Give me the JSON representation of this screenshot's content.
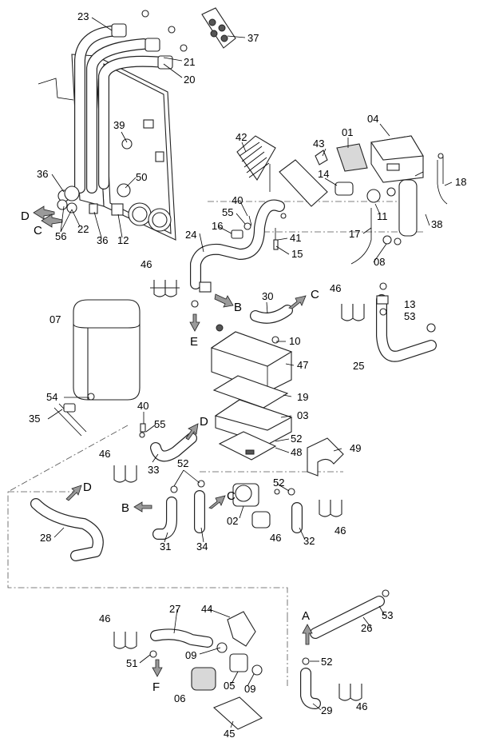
{
  "labels": {
    "l23": "23",
    "l21": "21",
    "l20": "20",
    "l37": "37",
    "l39": "39",
    "l36a": "36",
    "l50": "50",
    "l22": "22",
    "l36b": "36",
    "l12": "12",
    "l56": "56",
    "l42": "42",
    "l01": "01",
    "l04": "04",
    "l43": "43",
    "l14": "14",
    "l18": "18",
    "l40a": "40",
    "l55a": "55",
    "l16": "16",
    "l41": "41",
    "l15": "15",
    "l11": "11",
    "l17": "17",
    "l38": "38",
    "l08": "08",
    "l24": "24",
    "l46a": "46",
    "l30": "30",
    "l46b": "46",
    "l13": "13",
    "l53a": "53",
    "l07": "07",
    "l10": "10",
    "l47": "47",
    "l25": "25",
    "l19": "19",
    "l54": "54",
    "l35": "35",
    "l03": "03",
    "l40b": "40",
    "l55b": "55",
    "l52a": "52",
    "l48": "48",
    "l49": "49",
    "l46c": "46",
    "l33": "33",
    "l52b": "52",
    "l52c": "52",
    "l02": "02",
    "l28": "28",
    "l46d": "46",
    "l46e": "46",
    "l31": "31",
    "l34": "34",
    "l32": "32",
    "l44": "44",
    "l27": "27",
    "l46f": "46",
    "l53b": "53",
    "l26": "26",
    "l09a": "09",
    "l51": "51",
    "l52d": "52",
    "l05": "05",
    "l09b": "09",
    "l06": "06",
    "l29": "29",
    "l46g": "46",
    "l45": "45"
  },
  "flows": {
    "d_top": "D",
    "c_top": "C",
    "b_mid": "B",
    "c_mid": "C",
    "e_mid": "E",
    "d_low": "D",
    "d_left": "D",
    "b_low": "B",
    "c_low": "C",
    "a_bot": "A",
    "f_bot": "F"
  }
}
